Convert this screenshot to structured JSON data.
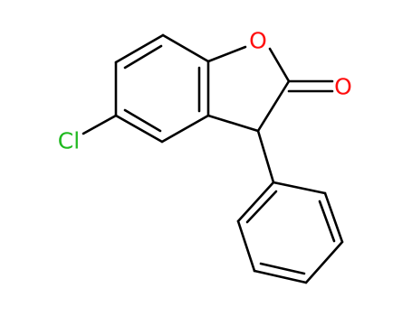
{
  "structure": {
    "atoms": {
      "ring_oxygen": {
        "label": "O",
        "color": "#ff0d0d"
      },
      "carbonyl_oxygen": {
        "label": "O",
        "color": "#ff0d0d"
      },
      "chlorine": {
        "label": "Cl",
        "color": "#1fb91f"
      }
    },
    "bond_color": "#000000",
    "background": "#ffffff"
  }
}
